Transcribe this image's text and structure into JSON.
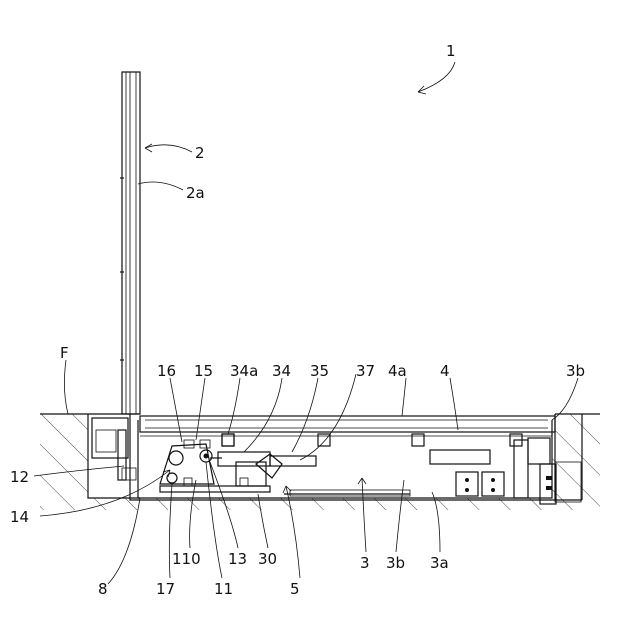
{
  "figure": {
    "labels": [
      {
        "id": "1",
        "text": "1"
      },
      {
        "id": "2",
        "text": "2"
      },
      {
        "id": "2a",
        "text": "2a"
      },
      {
        "id": "F",
        "text": "F"
      },
      {
        "id": "16",
        "text": "16"
      },
      {
        "id": "15",
        "text": "15"
      },
      {
        "id": "34a",
        "text": "34a"
      },
      {
        "id": "34",
        "text": "34"
      },
      {
        "id": "35",
        "text": "35"
      },
      {
        "id": "37",
        "text": "37"
      },
      {
        "id": "4a",
        "text": "4a"
      },
      {
        "id": "4",
        "text": "4"
      },
      {
        "id": "3b_top",
        "text": "3b"
      },
      {
        "id": "12",
        "text": "12"
      },
      {
        "id": "14",
        "text": "14"
      },
      {
        "id": "8",
        "text": "8"
      },
      {
        "id": "17",
        "text": "17"
      },
      {
        "id": "110",
        "text": "110"
      },
      {
        "id": "11",
        "text": "11"
      },
      {
        "id": "13",
        "text": "13"
      },
      {
        "id": "30",
        "text": "30"
      },
      {
        "id": "5",
        "text": "5"
      },
      {
        "id": "3",
        "text": "3"
      },
      {
        "id": "3b_bottom",
        "text": "3b"
      },
      {
        "id": "3a",
        "text": "3a"
      }
    ]
  }
}
